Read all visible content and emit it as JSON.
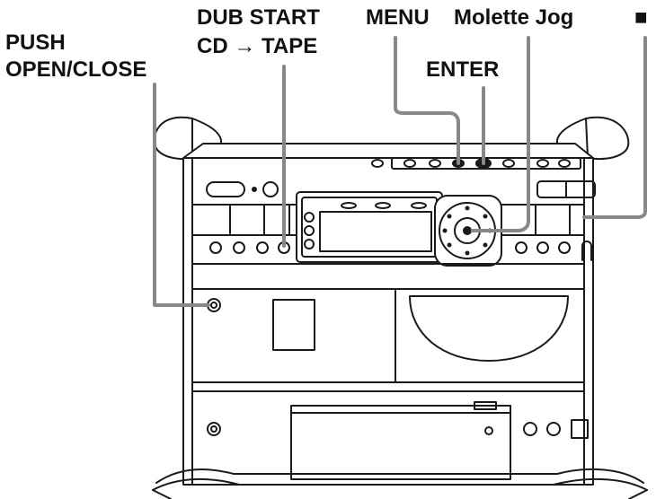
{
  "labels": {
    "push_open_close": [
      "PUSH",
      "OPEN/CLOSE"
    ],
    "dub_start": [
      "DUB START",
      "CD → TAPE"
    ],
    "menu": "MENU",
    "jog": "Molette Jog",
    "enter": "ENTER",
    "stop_symbol": "■"
  },
  "colors": {
    "line": "#1a1a1a",
    "leader": "#888888",
    "panel": "#ffffff"
  }
}
